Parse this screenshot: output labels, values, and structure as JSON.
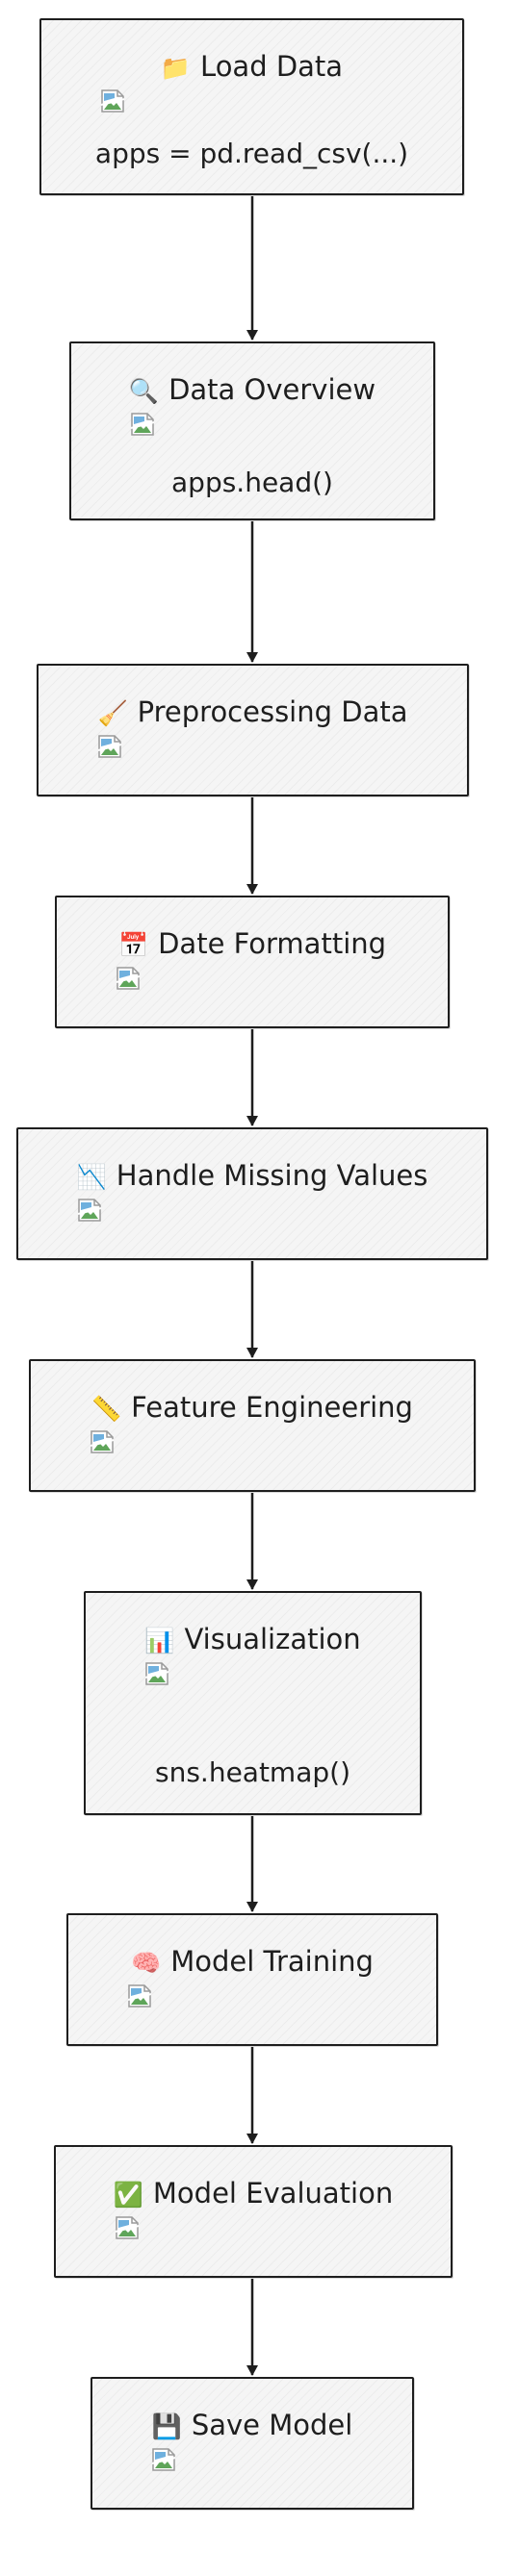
{
  "nodes": [
    {
      "icon": "📁",
      "icon_name": "folder-icon",
      "title": "Load Data",
      "code": "apps = pd.read_csv(...)"
    },
    {
      "icon": "🔍",
      "icon_name": "magnifier-icon",
      "title": "Data Overview",
      "code": "apps.head()"
    },
    {
      "icon": "🧹",
      "icon_name": "broom-icon",
      "title": "Preprocessing Data",
      "code": ""
    },
    {
      "icon": "📅",
      "icon_name": "calendar-icon",
      "title": "Date Formatting",
      "code": ""
    },
    {
      "icon": "📉",
      "icon_name": "chart-decreasing-icon",
      "title": "Handle Missing Values",
      "code": ""
    },
    {
      "icon": "📏",
      "icon_name": "ruler-icon",
      "title": "Feature Engineering",
      "code": ""
    },
    {
      "icon": "📊",
      "icon_name": "bar-chart-icon",
      "title": "Visualization",
      "code": "sns.heatmap()"
    },
    {
      "icon": "🧠",
      "icon_name": "brain-icon",
      "title": "Model Training",
      "code": ""
    },
    {
      "icon": "✅",
      "icon_name": "check-mark-icon",
      "title": "Model Evaluation",
      "code": ""
    },
    {
      "icon": "💾",
      "icon_name": "floppy-disk-icon",
      "title": "Save Model",
      "code": ""
    }
  ],
  "colors": {
    "stroke": "#1e1e1e",
    "node_fill": "#f5f5f5"
  }
}
